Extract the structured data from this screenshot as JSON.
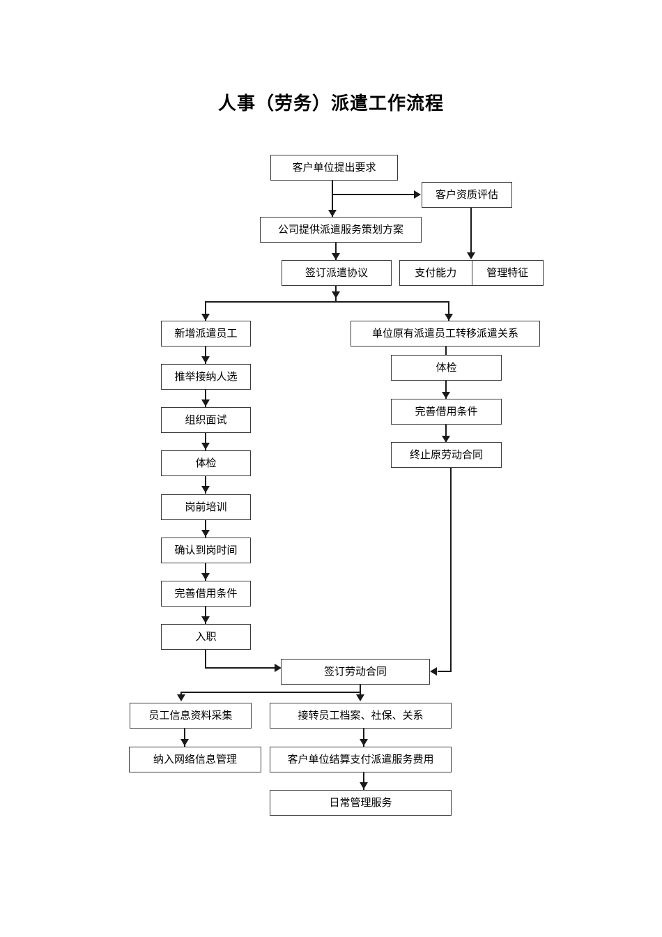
{
  "document": {
    "title": "人事（劳务）派遣工作流程"
  },
  "flow": {
    "type": "flowchart",
    "orientation": "top-to-bottom",
    "nodes": [
      {
        "id": "n1",
        "label": "客户单位提出要求"
      },
      {
        "id": "n2",
        "label": "客户资质评估"
      },
      {
        "id": "n3",
        "label": "公司提供派遣服务策划方案"
      },
      {
        "id": "n4",
        "label": "签订派遣协议"
      },
      {
        "id": "n5a",
        "label": "支付能力"
      },
      {
        "id": "n5b",
        "label": "管理特征"
      },
      {
        "id": "n6",
        "label": "新增派遣员工"
      },
      {
        "id": "n7",
        "label": "单位原有派遣员工转移派遣关系"
      },
      {
        "id": "n8",
        "label": "推举接纳人选"
      },
      {
        "id": "n9",
        "label": "体检"
      },
      {
        "id": "n10",
        "label": "组织面试"
      },
      {
        "id": "n11",
        "label": "完善借用条件"
      },
      {
        "id": "n12",
        "label": "体检"
      },
      {
        "id": "n13",
        "label": "终止原劳动合同"
      },
      {
        "id": "n14",
        "label": "岗前培训"
      },
      {
        "id": "n15",
        "label": "确认到岗时间"
      },
      {
        "id": "n16",
        "label": "完善借用条件"
      },
      {
        "id": "n17",
        "label": "入职"
      },
      {
        "id": "n18",
        "label": "签订劳动合同"
      },
      {
        "id": "n19",
        "label": "员工信息资料采集"
      },
      {
        "id": "n20",
        "label": "接转员工档案、社保、关系"
      },
      {
        "id": "n21",
        "label": "纳入网络信息管理"
      },
      {
        "id": "n22",
        "label": "客户单位结算支付派遣服务费用"
      },
      {
        "id": "n23",
        "label": "日常管理服务"
      }
    ],
    "edges": [
      {
        "from": "n1",
        "to": "n2"
      },
      {
        "from": "n1",
        "to": "n3"
      },
      {
        "from": "n2",
        "to": "n5b"
      },
      {
        "from": "n3",
        "to": "n4"
      },
      {
        "from": "n4",
        "to": "n6"
      },
      {
        "from": "n4",
        "to": "n7"
      },
      {
        "from": "n6",
        "to": "n8"
      },
      {
        "from": "n8",
        "to": "n10"
      },
      {
        "from": "n10",
        "to": "n12"
      },
      {
        "from": "n12",
        "to": "n14"
      },
      {
        "from": "n14",
        "to": "n15"
      },
      {
        "from": "n15",
        "to": "n16"
      },
      {
        "from": "n16",
        "to": "n17"
      },
      {
        "from": "n17",
        "to": "n18"
      },
      {
        "from": "n7",
        "to": "n9"
      },
      {
        "from": "n9",
        "to": "n11"
      },
      {
        "from": "n11",
        "to": "n13"
      },
      {
        "from": "n13",
        "to": "n18"
      },
      {
        "from": "n18",
        "to": "n19"
      },
      {
        "from": "n18",
        "to": "n20"
      },
      {
        "from": "n19",
        "to": "n21"
      },
      {
        "from": "n20",
        "to": "n22"
      },
      {
        "from": "n22",
        "to": "n23"
      }
    ]
  },
  "colors": {
    "page_background": "#ffffff",
    "box_border": "#3a3a3a",
    "connector": "#1a1a1a",
    "text": "#000000"
  }
}
